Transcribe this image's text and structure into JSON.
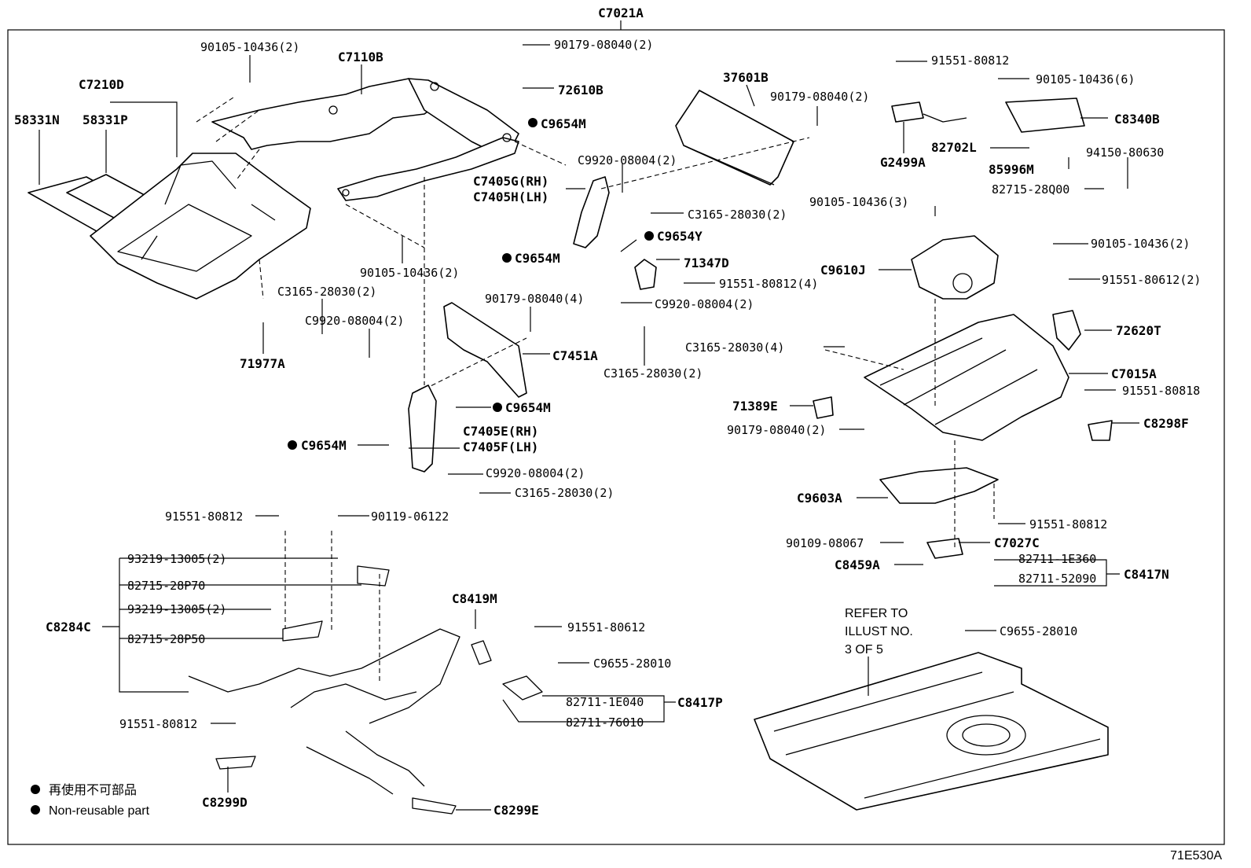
{
  "diagram": {
    "top_label": "C7021A",
    "code": "71E530A",
    "legend": {
      "jp": "再使用不可部品",
      "en": "Non-reusable part"
    },
    "refer_note": [
      "REFER TO",
      "ILLUST NO.",
      "3 OF 5"
    ]
  },
  "labels": {
    "l001": "90105-10436(2)",
    "l002": "C7110B",
    "l003": "C7210D",
    "l004": "58331N",
    "l005": "58331P",
    "l006": "90179-08040(2)",
    "l007": "72610B",
    "l008": "C9654M",
    "l009": "37601B",
    "l010": "90179-08040(2)",
    "l011": "C9920-08004(2)",
    "l012": "C7405G(RH)",
    "l013": "C7405H(LH)",
    "l014": "C3165-28030(2)",
    "l015": "C9654Y",
    "l016": "C9654M",
    "l017": "71347D",
    "l018": "91551-80812(4)",
    "l019": "90105-10436(2)",
    "l020": "C3165-28030(2)",
    "l021": "C9920-08004(2)",
    "l022": "90179-08040(4)",
    "l023": "C9920-08004(2)",
    "l024": "71977A",
    "l025": "C7451A",
    "l026": "C3165-28030(2)",
    "l027": "C9654M",
    "l028": "C7405E(RH)",
    "l029": "C7405F(LH)",
    "l030": "C9654M",
    "l031": "C9920-08004(2)",
    "l032": "C3165-28030(2)",
    "l033": "91551-80812",
    "l034": "90105-10436(6)",
    "l035": "C8340B",
    "l036": "82702L",
    "l037": "94150-80630",
    "l038": "G2499A",
    "l039": "85996M",
    "l040": "82715-28Q00",
    "l041": "90105-10436(3)",
    "l042": "90105-10436(2)",
    "l043": "C9610J",
    "l044": "91551-80612(2)",
    "l045": "72620T",
    "l046": "C3165-28030(4)",
    "l047": "C7015A",
    "l048": "91551-80818",
    "l049": "71389E",
    "l050": "C8298F",
    "l051": "90179-08040(2)",
    "l052": "C9603A",
    "l053": "91551-80812",
    "l054": "90109-08067",
    "l055": "C7027C",
    "l056": "C8459A",
    "l057": "82711-1E360",
    "l058": "82711-52090",
    "l059": "C8417N",
    "l060": "C9655-28010",
    "l061": "91551-80812",
    "l062": "90119-06122",
    "l063": "93219-13005(2)",
    "l064": "82715-28P70",
    "l065": "C8284C",
    "l066": "93219-13005(2)",
    "l067": "82715-28P50",
    "l068": "C8419M",
    "l069": "91551-80612",
    "l070": "C9655-28010",
    "l071": "82711-1E040",
    "l072": "C8417P",
    "l073": "82711-76010",
    "l074": "91551-80812",
    "l075": "C8299D",
    "l076": "C8299E"
  }
}
